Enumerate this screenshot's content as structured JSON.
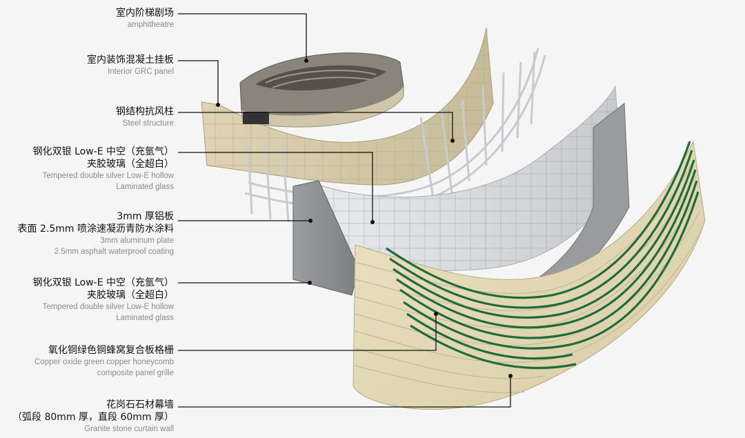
{
  "labels": [
    {
      "cn": [
        "室内阶梯剧场"
      ],
      "en": [
        "amphitheatre"
      ]
    },
    {
      "cn": [
        "室内装饰混凝土挂板"
      ],
      "en": [
        "Interior GRC panel"
      ]
    },
    {
      "cn": [
        "钢结构抗风柱"
      ],
      "en": [
        "Steel structure"
      ]
    },
    {
      "cn": [
        "钢化双银 Low-E 中空（充氩气）",
        "夹胶玻璃（全超白）"
      ],
      "en": [
        "Tempered double silver Low-E hollow",
        "Laminated glass"
      ]
    },
    {
      "cn": [
        "3mm 厚铝板",
        "表面 2.5mm 喷涂速凝沥青防水涂料"
      ],
      "en": [
        "3mm aluminum plate",
        "2.5mm asphalt waterproof coating"
      ]
    },
    {
      "cn": [
        "钢化双银 Low-E 中空（充氩气）",
        "夹胶玻璃（全超白）"
      ],
      "en": [
        "Tempered double silver Low-E hollow",
        "Laminated glass"
      ]
    },
    {
      "cn": [
        "氧化铜绿色铜蜂窝复合板格栅"
      ],
      "en": [
        "Copper oxide green copper honeycomb",
        "composite panel grille"
      ]
    },
    {
      "cn": [
        "花岗石石材幕墙",
        "（弧段 80mm 厚，直段 60mm 厚）"
      ],
      "en": [
        "Granite stone curtain wall"
      ]
    }
  ],
  "colors": {
    "background": "#f5f5f5",
    "leader_line": "#111111",
    "granite": "#e3d9b8",
    "copper_green": "#1e6b3c",
    "glass": "#d6d9dc",
    "aluminum": "#8e8f91",
    "grc_panel": "#d2c7a4",
    "amphitheatre": "#7f7a70"
  }
}
